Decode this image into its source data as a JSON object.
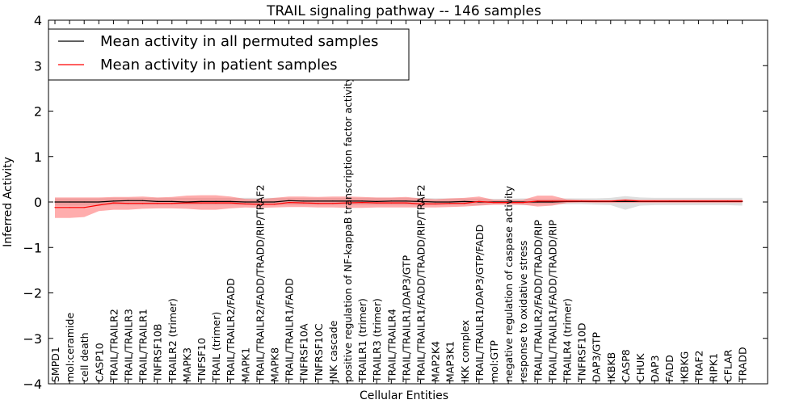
{
  "chart_data": {
    "type": "line",
    "title": "TRAIL signaling pathway -- 146 samples",
    "xlabel": "Cellular Entities",
    "ylabel": "Inferred Activity",
    "ylim": [
      -4,
      4
    ],
    "yticks": [
      "−4",
      "−3",
      "−2",
      "−1",
      "0",
      "1",
      "2",
      "3",
      "4"
    ],
    "grid": false,
    "legend_position": "upper-left",
    "categories": [
      "SMPD1",
      "mol:ceramide",
      "cell death",
      "CASP10",
      "TRAIL/TRAILR2",
      "TRAIL/TRAILR3",
      "TRAIL/TRAILR1",
      "TNFRSF10B",
      "TRAILR2 (trimer)",
      "MAPK3",
      "TNFSF10",
      "TRAIL (trimer)",
      "TRAIL/TRAILR2/FADD",
      "MAPK1",
      "TRAIL/TRAILR2/FADD/TRADD/RIP/TRAF2",
      "MAPK8",
      "TRAIL/TRAILR1/FADD",
      "TNFRSF10A",
      "TNFRSF10C",
      "JNK cascade",
      "positive regulation of NF-kappaB transcription factor activity",
      "TRAILR1 (trimer)",
      "TRAILR3 (trimer)",
      "TRAIL/TRAILR4",
      "TRAIL/TRAILR1/DAP3/GTP",
      "TRAIL/TRAILR1/FADD/TRADD/RIP/TRAF2",
      "MAP2K4",
      "MAP3K1",
      "IKK complex",
      "TRAIL/TRAILR1/DAP3/GTP/FADD",
      "mol:GTP",
      "negative regulation of caspase activity",
      "response to oxidative stress",
      "TRAIL/TRAILR2/FADD/TRADD/RIP",
      "TRAIL/TRAILR1/FADD/TRADD/RIP",
      "TRAILR4 (trimer)",
      "TNFRSF10D",
      "DAP3/GTP",
      "IKBKB",
      "CASP8",
      "CHUK",
      "DAP3",
      "FADD",
      "IKBKG",
      "TRAF2",
      "RIPK1",
      "CFLAR",
      "TRADD"
    ],
    "series": [
      {
        "name": "Mean activity in all permuted samples",
        "color": "#000000",
        "band_color": "#cccccc",
        "values": [
          0.0,
          0.0,
          0.0,
          0.0,
          0.02,
          0.03,
          0.03,
          0.01,
          0.01,
          0.0,
          0.01,
          0.01,
          0.01,
          0.0,
          0.0,
          0.0,
          0.03,
          0.02,
          0.02,
          0.02,
          0.02,
          0.02,
          0.01,
          0.02,
          0.02,
          0.01,
          0.0,
          0.0,
          0.01,
          0.0,
          0.0,
          0.0,
          0.0,
          0.0,
          0.0,
          0.01,
          0.01,
          0.01,
          0.01,
          0.01,
          0.01,
          0.01,
          0.01,
          0.01,
          0.01,
          0.01,
          0.01,
          0.01
        ],
        "lower": [
          -0.08,
          -0.08,
          -0.08,
          -0.08,
          -0.07,
          -0.07,
          -0.07,
          -0.07,
          -0.07,
          -0.07,
          -0.07,
          -0.07,
          -0.07,
          -0.07,
          -0.07,
          -0.07,
          -0.07,
          -0.07,
          -0.07,
          -0.07,
          -0.07,
          -0.07,
          -0.07,
          -0.07,
          -0.07,
          -0.07,
          -0.07,
          -0.07,
          -0.07,
          -0.07,
          -0.05,
          -0.05,
          -0.07,
          -0.05,
          -0.05,
          -0.05,
          -0.05,
          -0.06,
          -0.07,
          -0.17,
          -0.08,
          -0.07,
          -0.07,
          -0.07,
          -0.07,
          -0.07,
          -0.07,
          -0.08
        ],
        "upper": [
          0.08,
          0.08,
          0.08,
          0.08,
          0.09,
          0.09,
          0.09,
          0.09,
          0.09,
          0.09,
          0.09,
          0.09,
          0.09,
          0.09,
          0.09,
          0.09,
          0.09,
          0.09,
          0.09,
          0.09,
          0.09,
          0.09,
          0.09,
          0.09,
          0.09,
          0.09,
          0.08,
          0.08,
          0.08,
          0.08,
          0.07,
          0.07,
          0.08,
          0.07,
          0.07,
          0.08,
          0.08,
          0.08,
          0.09,
          0.13,
          0.1,
          0.09,
          0.09,
          0.09,
          0.09,
          0.09,
          0.09,
          0.09
        ]
      },
      {
        "name": "Mean activity in patient samples",
        "color": "#ff0000",
        "band_color": "#ff6a6a",
        "values": [
          -0.12,
          -0.12,
          -0.12,
          -0.07,
          -0.02,
          -0.03,
          -0.03,
          -0.03,
          -0.03,
          -0.02,
          -0.02,
          -0.02,
          -0.02,
          -0.04,
          -0.05,
          -0.05,
          -0.01,
          -0.02,
          -0.03,
          -0.03,
          -0.02,
          -0.01,
          -0.02,
          -0.02,
          -0.02,
          -0.04,
          -0.04,
          -0.03,
          -0.03,
          0.01,
          -0.01,
          -0.01,
          -0.01,
          0.02,
          0.02,
          0.02,
          0.02,
          0.02,
          0.02,
          0.04,
          0.02,
          0.02,
          0.02,
          0.02,
          0.02,
          0.02,
          0.02,
          0.02
        ],
        "lower": [
          -0.35,
          -0.35,
          -0.33,
          -0.2,
          -0.17,
          -0.17,
          -0.15,
          -0.14,
          -0.14,
          -0.15,
          -0.17,
          -0.17,
          -0.14,
          -0.12,
          -0.13,
          -0.12,
          -0.11,
          -0.11,
          -0.12,
          -0.12,
          -0.13,
          -0.13,
          -0.12,
          -0.12,
          -0.12,
          -0.12,
          -0.12,
          -0.11,
          -0.1,
          -0.08,
          -0.06,
          -0.06,
          -0.06,
          -0.1,
          -0.08,
          -0.02,
          -0.01,
          -0.02,
          -0.02,
          -0.02,
          -0.02,
          -0.02,
          -0.02,
          -0.02,
          -0.02,
          -0.02,
          -0.02,
          -0.02
        ],
        "upper": [
          0.1,
          0.1,
          0.1,
          0.1,
          0.11,
          0.11,
          0.12,
          0.1,
          0.11,
          0.14,
          0.15,
          0.15,
          0.12,
          0.07,
          0.06,
          0.09,
          0.12,
          0.12,
          0.11,
          0.12,
          0.12,
          0.11,
          0.1,
          0.1,
          0.11,
          0.08,
          0.06,
          0.08,
          0.09,
          0.12,
          0.05,
          0.05,
          0.05,
          0.14,
          0.14,
          0.06,
          0.05,
          0.04,
          0.04,
          0.06,
          0.05,
          0.05,
          0.05,
          0.05,
          0.05,
          0.05,
          0.05,
          0.05
        ]
      }
    ]
  }
}
